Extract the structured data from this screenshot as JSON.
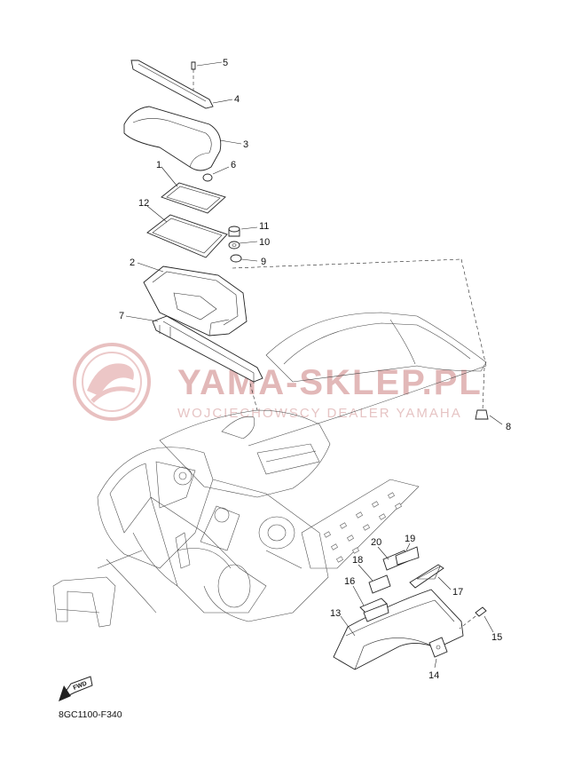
{
  "watermark": {
    "main": "YAMA-SKLEP.PL",
    "sub": "WOJCIECHOWSCY DEALER YAMAHA"
  },
  "callouts": [
    "1",
    "2",
    "3",
    "4",
    "5",
    "6",
    "7",
    "8",
    "9",
    "10",
    "11",
    "12",
    "13",
    "14",
    "15",
    "16",
    "17",
    "18",
    "19",
    "20"
  ],
  "fwd_label": "FWD",
  "diagram_code": "8GC1100-F340",
  "colors": {
    "line": "#222222",
    "watermark": "#e2b8b8"
  }
}
